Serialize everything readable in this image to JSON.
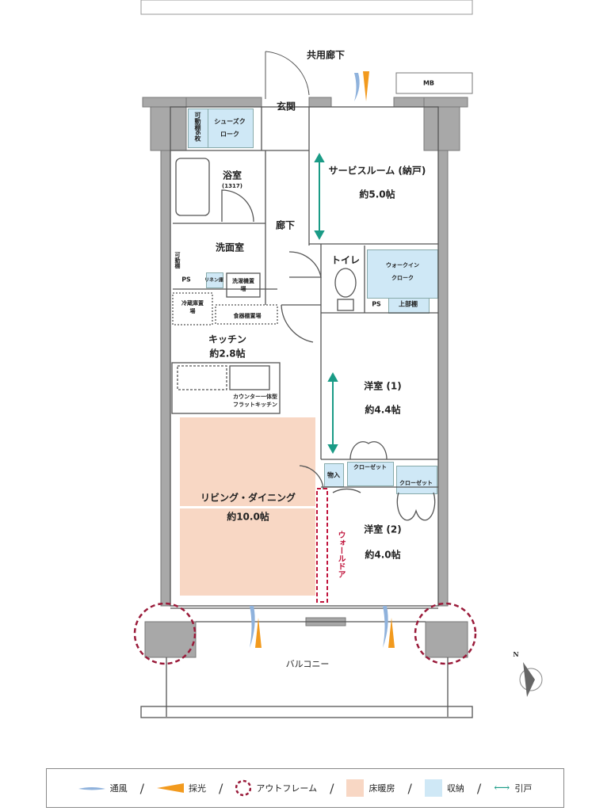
{
  "plan": {
    "common_corridor": "共用廊下",
    "mb": "MB",
    "entrance": "玄関",
    "shoe_shelf": "可動棚6枚",
    "shoe_closet": "シューズクローク",
    "bath": "浴室",
    "bath_size": "(1317)",
    "corridor": "廊下",
    "washroom": "洗面室",
    "wash_shelf": "可動棚",
    "ps1": "PS",
    "linen": "リネン庫",
    "washer": "洗濯機置場",
    "fridge": "冷蔵庫置場",
    "cupboard": "食器棚置場",
    "kitchen": "キッチン",
    "kitchen_area": "約2.8帖",
    "counter": "カウンター一体型フラットキッチン",
    "living": "リビング・ダイニング",
    "living_area": "約10.0帖",
    "service_room": "サービスルーム (納戸)",
    "service_area": "約5.0帖",
    "toilet": "トイレ",
    "wic": "ウォークインクローク",
    "ps2": "PS",
    "upper_shelf": "上部棚",
    "room1": "洋室 (1)",
    "room1_area": "約4.4帖",
    "storage": "物入",
    "closet1": "クローゼット",
    "closet2": "クローゼット",
    "room2": "洋室 (2)",
    "room2_area": "約4.0帖",
    "wall_door": "ウォールドア",
    "balcony": "バルコニー",
    "compass": "N"
  },
  "legend": {
    "ventilation": "通風",
    "daylight": "採光",
    "outframe": "アウトフレーム",
    "floor_heating": "床暖房",
    "storage": "収納",
    "sliding_door": "引戸"
  },
  "colors": {
    "floor_heating": "#f8d7c4",
    "storage": "#cfe8f6",
    "outframe": "#9a1b3a",
    "sliding_door": "#1a9b86",
    "wall": "#9a9a9a",
    "daylight": "#f29a1e",
    "ventilation": "#8fb2dc"
  }
}
